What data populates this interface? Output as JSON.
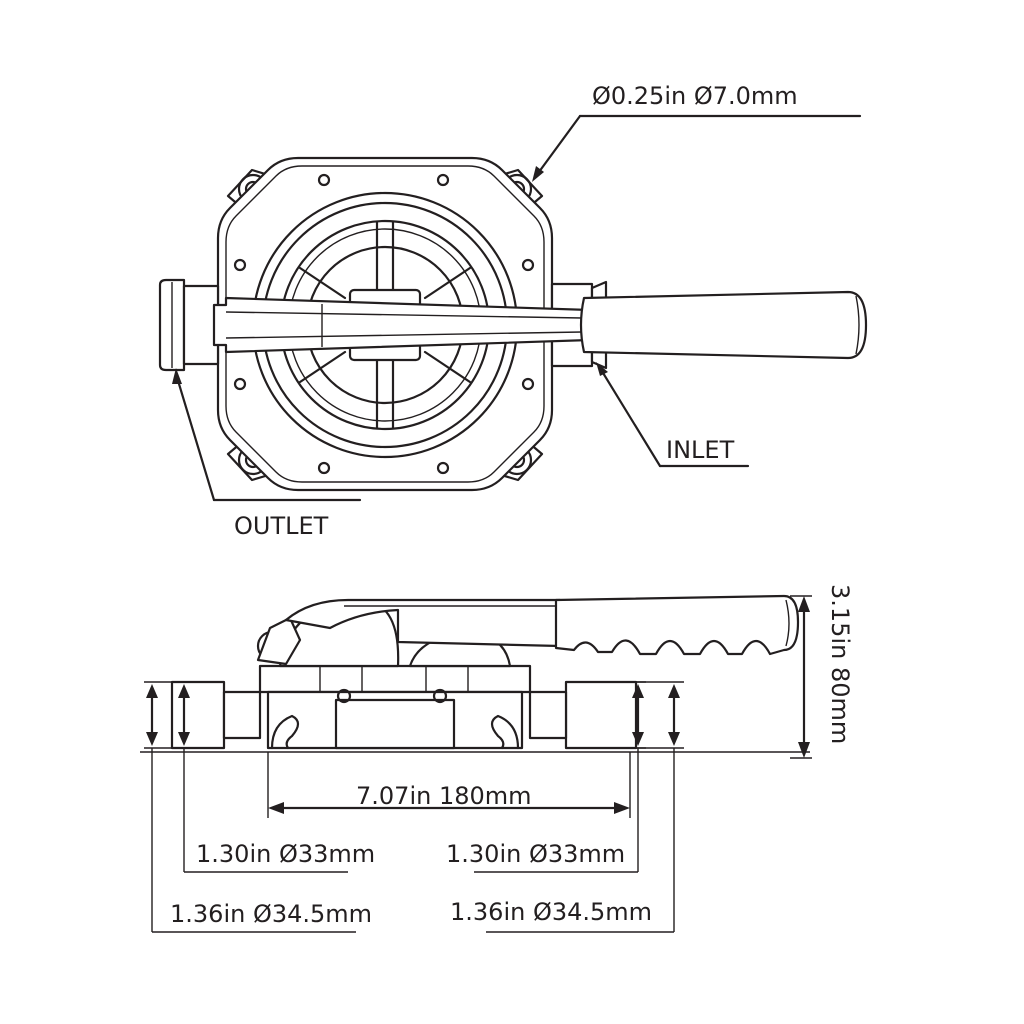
{
  "labels": {
    "hole_diameter": "Ø0.25in  Ø7.0mm",
    "inlet": "INLET",
    "outlet": "OUTLET",
    "height": "3.15in  80mm",
    "length": "7.07in  180mm",
    "port_inner_left": "1.30in  Ø33mm",
    "port_inner_right": "1.30in  Ø33mm",
    "port_outer_left": "1.36in  Ø34.5mm",
    "port_outer_right": "1.36in  Ø34.5mm"
  },
  "colors": {
    "line": "#231f20",
    "background": "#ffffff"
  }
}
